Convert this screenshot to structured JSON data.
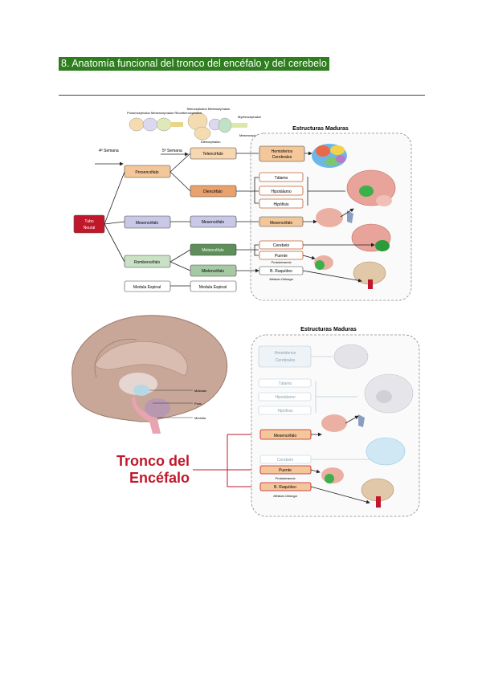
{
  "page": {
    "heading": "8. Anatomía funcional del tronco del encéfalo y del cerebelo"
  },
  "figure1": {
    "panel_title": "Estructuras Maduras",
    "vesicle_labels": {
      "stage4": "4ª Semana",
      "stage5": "5ª Semana"
    },
    "tubo_neural": [
      "Tubo",
      "Neural"
    ],
    "primary": [
      "Prosencéfalo",
      "Mesencéfalo",
      "Rombencéfalo",
      "Medula Espinal"
    ],
    "secondary": [
      "Telencéfalo",
      "Diencéfalo",
      "Mesencéfalo",
      "Metencéfalo",
      "Mielencéfalo",
      "Medula Espinal"
    ],
    "mature": [
      "Hemisferios",
      "Cerebrales",
      "Tálamo",
      "Hipotálamo",
      "Hipófisis",
      "Mesencéfalo",
      "Cerebelo",
      "Puente",
      "Protuberancia",
      "B. Raquídeo",
      "Médula Oblonga"
    ]
  },
  "figure2": {
    "panel_title": "Estructuras Maduras",
    "brain_labels": [
      "Midbrain",
      "Pons",
      "Medulla"
    ],
    "mature": [
      "Hemisferios",
      "Cerebrales",
      "Tálamo",
      "Hipotálamo",
      "Hipófisis",
      "Mesencéfalo",
      "Cerebelo",
      "Puente",
      "Protuberancia",
      "B. Raquídeo",
      "Medula Oblonga"
    ],
    "tronco_title_line1": "Tronco del",
    "tronco_title_line2": "Encéfalo"
  },
  "colors": {
    "heading_bg": "#2e7d1e",
    "prosencefalo": "#f4c79a",
    "mesencefalo": "#c9c8e6",
    "rombencefalo": "#c9e1c4",
    "tubo": "#c0182a",
    "metencefalo": "#5e8f5a",
    "mielencefalo": "#a5c9a2",
    "tronco_red": "#c0182a"
  }
}
